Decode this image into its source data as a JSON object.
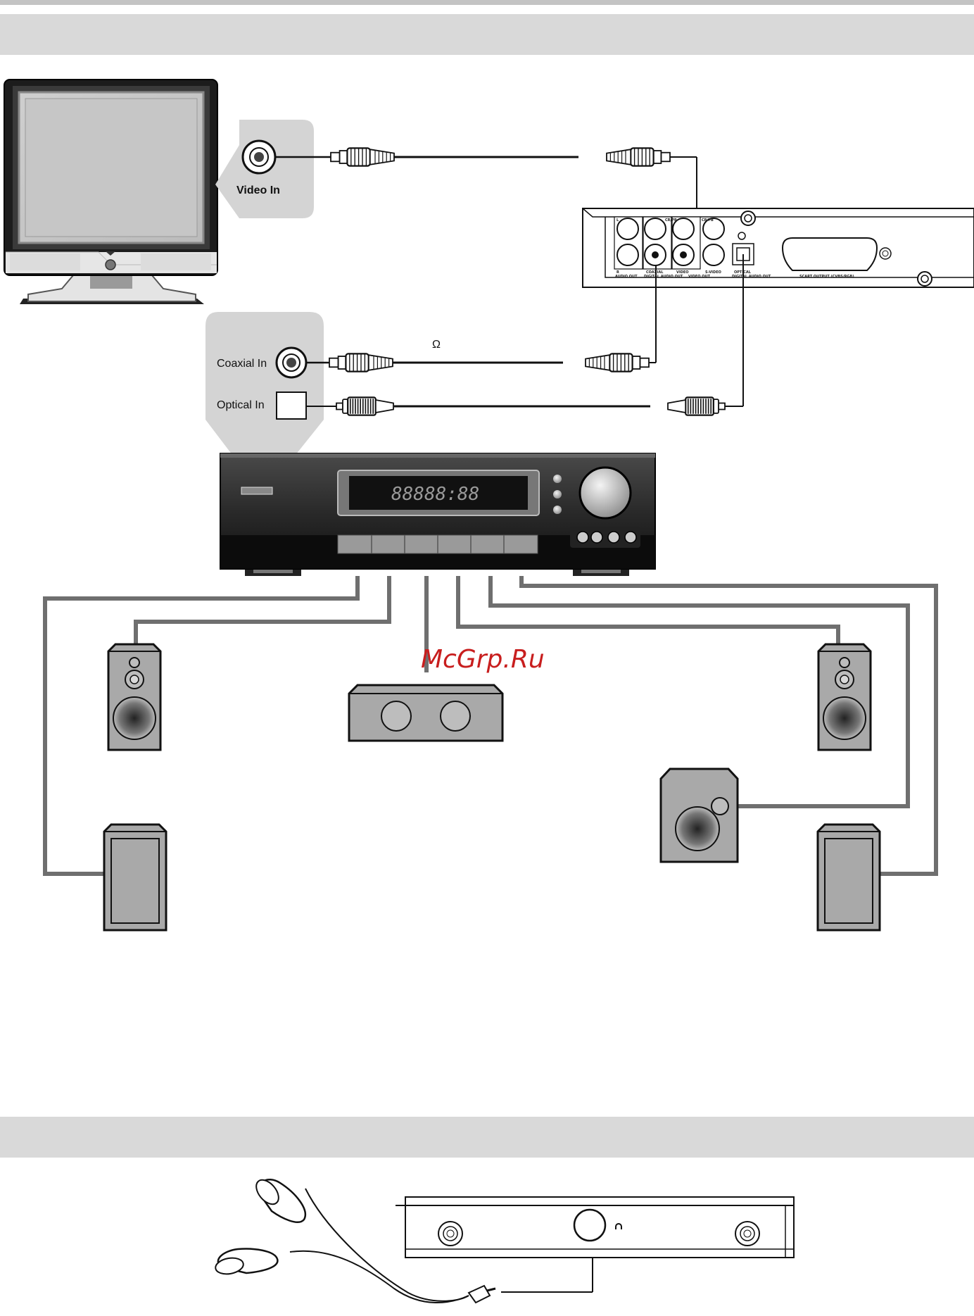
{
  "tv_panel": {
    "video_in_label": "Video In"
  },
  "receiver_panel": {
    "coaxial_in_label": "Coaxial In",
    "optical_in_label": "Optical In"
  },
  "coax_cable_symbol": "Ω",
  "player_rear_labels": {
    "l": "L",
    "r": "R",
    "cr_pr": "CR/PR",
    "cb_pb": "CB/PB",
    "audio_out": "AUDIO OUT",
    "coaxial": "COAXIAL",
    "digital_audio_out": "DIGITAL AUDIO OUT",
    "video": "VIDEO",
    "s_video": "S-VIDEO",
    "video_out": "VIDEO OUT",
    "optical": "OPTICAL",
    "optical_digital_audio_out": "DIGITAL AUDIO OUT",
    "scart_output": "SCART OUTPUT (CVBS/RGB)"
  },
  "receiver_display": "88888:88",
  "watermark": "McGrp.Ru",
  "colors": {
    "header_bar": "#d9d9d9",
    "top_rule": "#c4c4c4",
    "speaker_wire": "#6f6f6f",
    "speaker_body": "#a9a9a9",
    "watermark": "#c81e1e",
    "device_dark": "#1a1a1a"
  },
  "icons": [
    "tv-icon",
    "dvd-player-rear-icon",
    "av-receiver-icon",
    "speaker-icon",
    "subwoofer-icon",
    "headphones-icon",
    "rca-plug-icon",
    "optical-plug-icon"
  ]
}
